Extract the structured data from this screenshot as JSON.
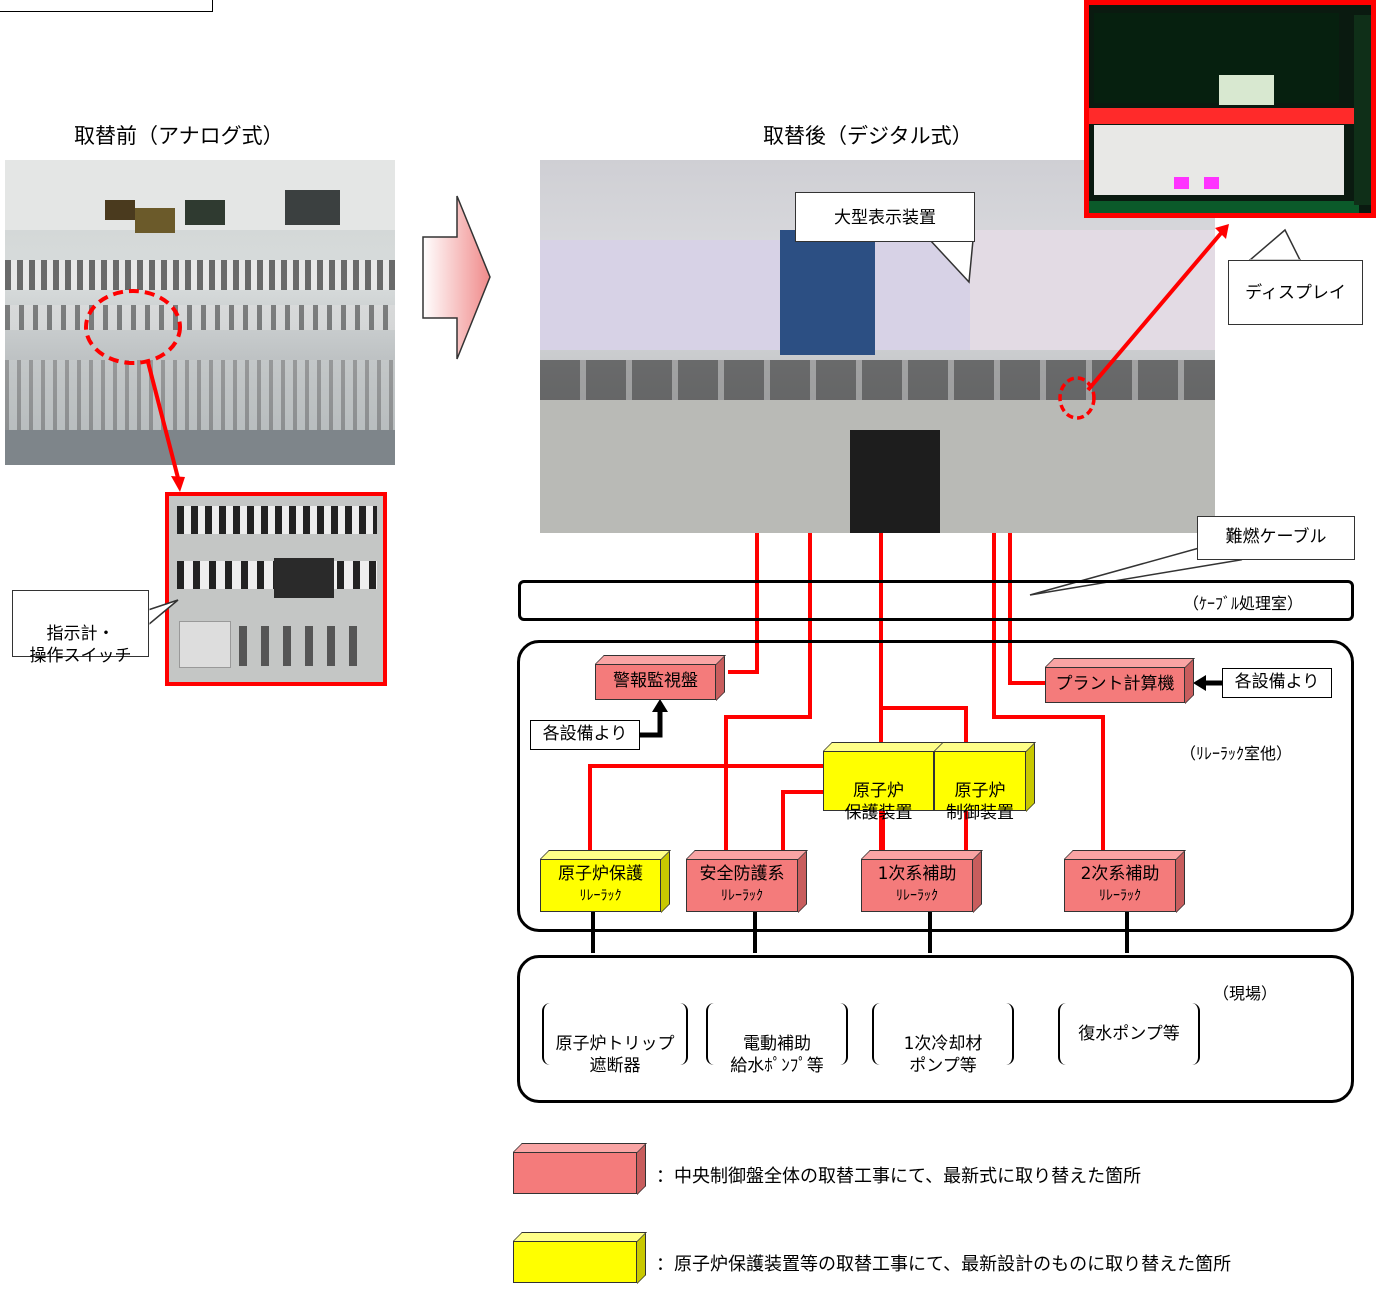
{
  "before_title": "取替前（アナログ式）",
  "after_title": "取替後（デジタル式）",
  "callouts": {
    "large_display": "大型表示装置",
    "display": "ディスプレイ",
    "indicator_switch": "指示計・\n操作スイッチ",
    "fire_cable": "難燃ケーブル"
  },
  "cable_room": "（ｹｰﾌﾞﾙ処理室）",
  "relay_room": "（ﾘﾚｰﾗｯｸ室他）",
  "site": "（現場）",
  "boxes": {
    "alarm": "警報監視盤",
    "plant_computer": "プラント計算機",
    "reactor_protection_device": "原子炉\n保護装置",
    "reactor_control_device": "原子炉\n制御装置",
    "rx_protection_rack_top": "原子炉保護",
    "rx_protection_rack_bottom": "ﾘﾚｰﾗｯｸ",
    "safety_rack_top": "安全防護系",
    "safety_rack_bottom": "ﾘﾚｰﾗｯｸ",
    "primary_rack_top": "1次系補助",
    "primary_rack_bottom": "ﾘﾚｰﾗｯｸ",
    "secondary_rack_top": "2次系補助",
    "secondary_rack_bottom": "ﾘﾚｰﾗｯｸ"
  },
  "from_equipment_left": "各設備より",
  "from_equipment_right": "各設備より",
  "field_items": [
    "原子炉トリップ\n遮断器",
    "電動補助\n給水ﾎﾟﾝﾌﾟ等",
    "1次冷却材\nポンプ等",
    "復水ポンプ等"
  ],
  "legend": {
    "pink": "：中央制御盤全体の取替工事にて、最新式に取り替えた箇所",
    "yellow": "：原子炉保護装置等の取替工事にて、最新設計のものに取り替えた箇所"
  },
  "colors": {
    "pink": "#f47b7b",
    "yellow": "#ffff00",
    "line_red": "#ff0000"
  }
}
